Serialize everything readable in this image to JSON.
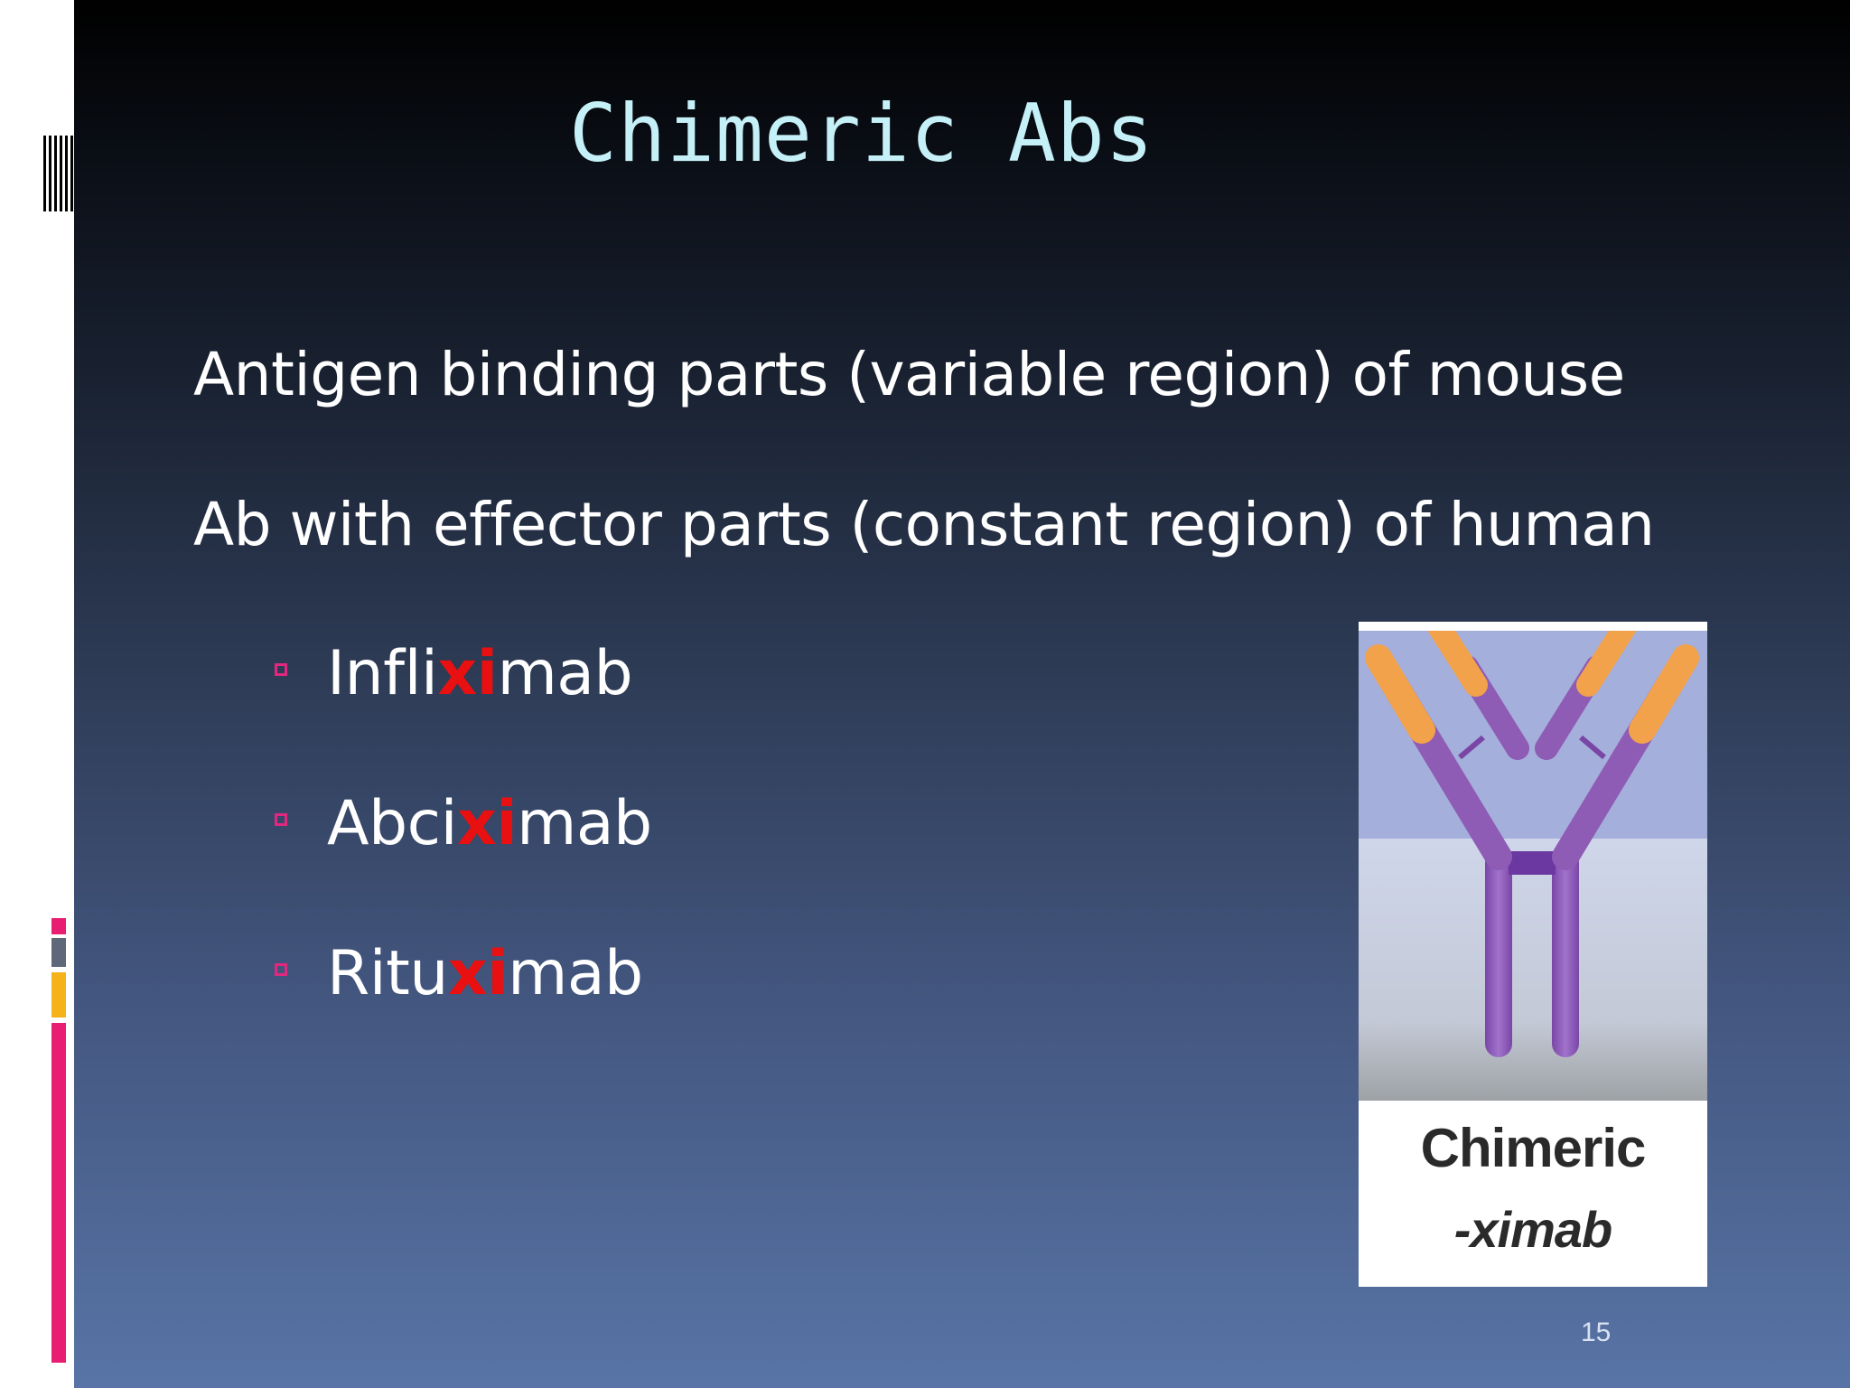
{
  "slide": {
    "title": "Chimeric Abs",
    "line1": "Antigen binding parts (variable region) of mouse",
    "line2": "Ab with effector parts (constant region) of human",
    "bullets": [
      {
        "pre": "Infli",
        "hl": "xi",
        "post": "mab"
      },
      {
        "pre": "Abci",
        "hl": "xi",
        "post": "mab"
      },
      {
        "pre": "Ritu",
        "hl": "xi",
        "post": "mab"
      }
    ],
    "figure": {
      "caption_line1": "Chimeric",
      "caption_line2": "-ximab"
    },
    "page_number": "15"
  },
  "colors": {
    "title": "#c6f0f7",
    "highlight": "#e81010",
    "bullet_marker": "#e0287f",
    "antibody_purple": "#8e5bb5",
    "antibody_orange": "#f2a24a"
  }
}
